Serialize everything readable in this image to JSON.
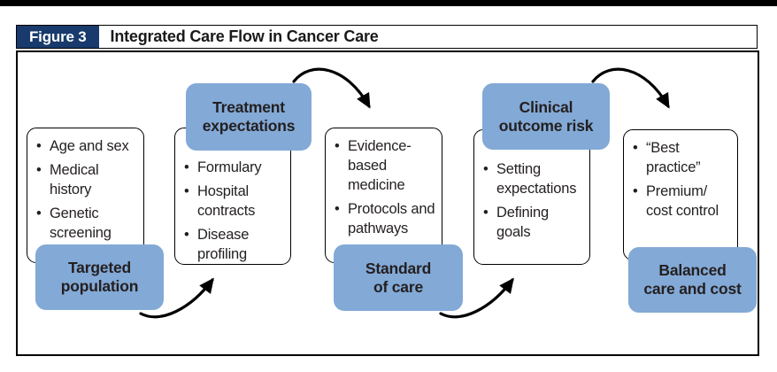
{
  "header": {
    "figure_tag": "Figure 3",
    "title": "Integrated Care Flow in Cancer Care"
  },
  "ui": {
    "bullet_glyph": "•"
  },
  "colors": {
    "navy": "#183A6C",
    "label_blue": "#83A9D6",
    "text": "#231F20",
    "border": "#000000"
  },
  "diagram": {
    "groups": [
      {
        "label": "Targeted\npopulation",
        "label_position": "bottom",
        "bullets": [
          "Age and sex",
          "Medical\nhistory",
          "Genetic\nscreening"
        ]
      },
      {
        "label": "Treatment\nexpectations",
        "label_position": "top",
        "bullets": [
          "Formulary",
          "Hospital\ncontracts",
          "Disease\nprofiling"
        ]
      },
      {
        "label": "Standard\nof care",
        "label_position": "bottom",
        "bullets": [
          "Evidence-\nbased\nmedicine",
          "Protocols and\npathways"
        ]
      },
      {
        "label": "Clinical\noutcome risk",
        "label_position": "top",
        "bullets": [
          "Setting\nexpectations",
          "Defining\ngoals"
        ]
      },
      {
        "label": "Balanced\ncare and cost",
        "label_position": "bottom",
        "bullets": [
          "“Best\npractice”",
          "Premium/\ncost control"
        ]
      }
    ],
    "arrows": [
      {
        "from": "Targeted population",
        "to": "Treatment expectations",
        "shape": "swoosh-up-right"
      },
      {
        "from": "Treatment expectations",
        "to": "Standard of care",
        "shape": "arc-down-right"
      },
      {
        "from": "Standard of care",
        "to": "Clinical outcome risk",
        "shape": "swoosh-up-right"
      },
      {
        "from": "Clinical outcome risk",
        "to": "Balanced care and cost",
        "shape": "arc-down-right"
      }
    ]
  }
}
